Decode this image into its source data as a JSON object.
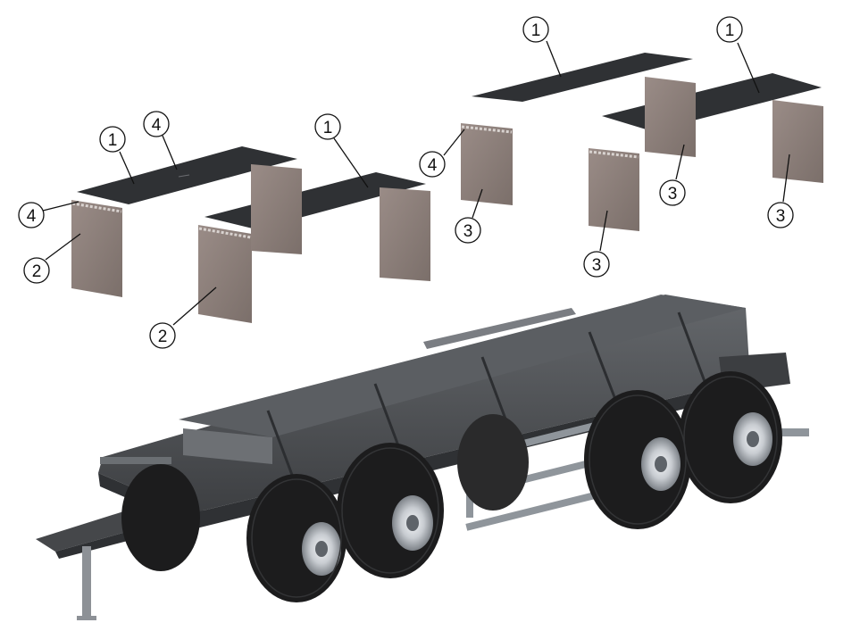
{
  "diagram": {
    "callouts": [
      {
        "label": "1"
      },
      {
        "label": "4"
      },
      {
        "label": "1"
      },
      {
        "label": "4"
      },
      {
        "label": "2"
      },
      {
        "label": "2"
      },
      {
        "label": "1"
      },
      {
        "label": "1"
      },
      {
        "label": "4"
      },
      {
        "label": "3"
      },
      {
        "label": "3"
      },
      {
        "label": "3"
      },
      {
        "label": "3"
      }
    ]
  },
  "colors": {
    "fender_top": "#2f3134",
    "mudflap": "#8a7d78",
    "frame": "#4b4d50",
    "tire": "#1c1c1d",
    "rim": "#cfd3d8"
  }
}
